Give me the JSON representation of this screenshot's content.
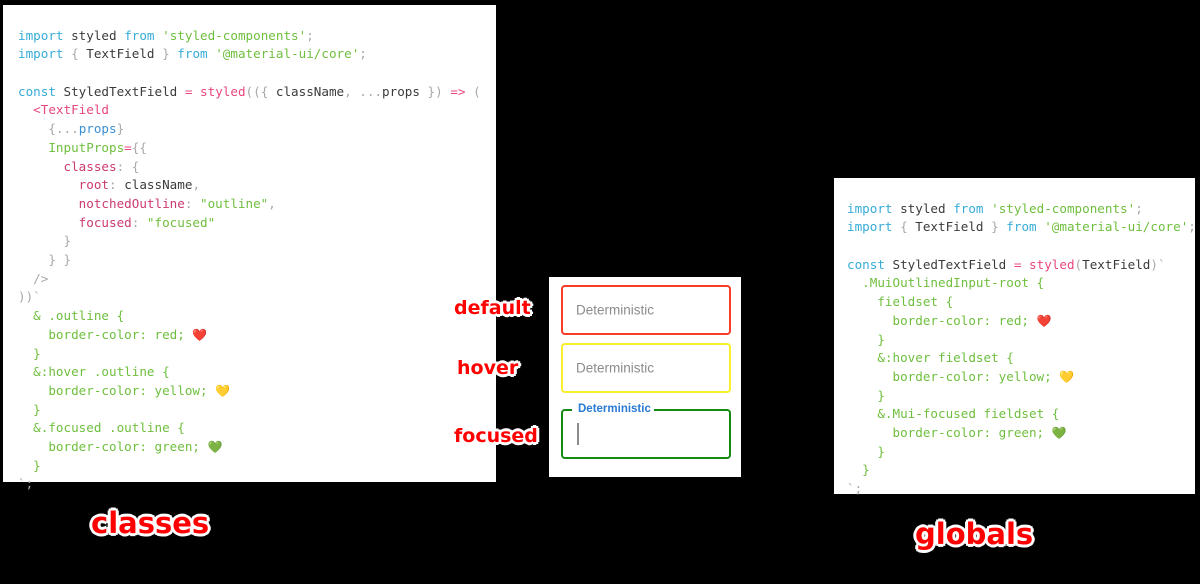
{
  "background_color": "#000000",
  "panels": {
    "left": {
      "name": "classes-approach-code",
      "caption": "classes",
      "caption_color": "#ff0000",
      "code_lines": [
        [
          {
            "t": "import",
            "c": "kw"
          },
          {
            "t": " ",
            "c": "plain"
          },
          {
            "t": "styled",
            "c": "plain"
          },
          {
            "t": " ",
            "c": "plain"
          },
          {
            "t": "from",
            "c": "kw"
          },
          {
            "t": " ",
            "c": "plain"
          },
          {
            "t": "'styled-components'",
            "c": "str"
          },
          {
            "t": ";",
            "c": "punct"
          }
        ],
        [
          {
            "t": "import",
            "c": "kw"
          },
          {
            "t": " ",
            "c": "plain"
          },
          {
            "t": "{",
            "c": "punct"
          },
          {
            "t": " TextField ",
            "c": "plain"
          },
          {
            "t": "}",
            "c": "punct"
          },
          {
            "t": " ",
            "c": "plain"
          },
          {
            "t": "from",
            "c": "kw"
          },
          {
            "t": " ",
            "c": "plain"
          },
          {
            "t": "'@material-ui/core'",
            "c": "str"
          },
          {
            "t": ";",
            "c": "punct"
          }
        ],
        [],
        [
          {
            "t": "const",
            "c": "kw"
          },
          {
            "t": " ",
            "c": "plain"
          },
          {
            "t": "StyledTextField",
            "c": "plain"
          },
          {
            "t": " ",
            "c": "plain"
          },
          {
            "t": "=",
            "c": "op"
          },
          {
            "t": " ",
            "c": "plain"
          },
          {
            "t": "styled",
            "c": "fn"
          },
          {
            "t": "((",
            "c": "punct"
          },
          {
            "t": "{ ",
            "c": "punct"
          },
          {
            "t": "className",
            "c": "plain"
          },
          {
            "t": ", ",
            "c": "punct"
          },
          {
            "t": "...",
            "c": "punct"
          },
          {
            "t": "props",
            "c": "plain"
          },
          {
            "t": " })",
            "c": "punct"
          },
          {
            "t": " ",
            "c": "plain"
          },
          {
            "t": "=>",
            "c": "op"
          },
          {
            "t": " (",
            "c": "punct"
          }
        ],
        [
          {
            "t": "  ",
            "c": "plain"
          },
          {
            "t": "<TextField",
            "c": "tag"
          }
        ],
        [
          {
            "t": "    ",
            "c": "plain"
          },
          {
            "t": "{",
            "c": "punct"
          },
          {
            "t": "...",
            "c": "punct"
          },
          {
            "t": "props",
            "c": "var"
          },
          {
            "t": "}",
            "c": "punct"
          }
        ],
        [
          {
            "t": "    ",
            "c": "plain"
          },
          {
            "t": "InputProps",
            "c": "attr"
          },
          {
            "t": "=",
            "c": "op"
          },
          {
            "t": "{{",
            "c": "punct"
          }
        ],
        [
          {
            "t": "      ",
            "c": "plain"
          },
          {
            "t": "classes",
            "c": "prop"
          },
          {
            "t": ": ",
            "c": "punct"
          },
          {
            "t": "{",
            "c": "punct"
          }
        ],
        [
          {
            "t": "        ",
            "c": "plain"
          },
          {
            "t": "root",
            "c": "prop"
          },
          {
            "t": ": ",
            "c": "punct"
          },
          {
            "t": "className",
            "c": "plain"
          },
          {
            "t": ",",
            "c": "punct"
          }
        ],
        [
          {
            "t": "        ",
            "c": "plain"
          },
          {
            "t": "notchedOutline",
            "c": "prop"
          },
          {
            "t": ": ",
            "c": "punct"
          },
          {
            "t": "\"outline\"",
            "c": "str"
          },
          {
            "t": ",",
            "c": "punct"
          }
        ],
        [
          {
            "t": "        ",
            "c": "plain"
          },
          {
            "t": "focused",
            "c": "prop"
          },
          {
            "t": ": ",
            "c": "punct"
          },
          {
            "t": "\"focused\"",
            "c": "str"
          }
        ],
        [
          {
            "t": "      ",
            "c": "plain"
          },
          {
            "t": "}",
            "c": "punct"
          }
        ],
        [
          {
            "t": "    ",
            "c": "plain"
          },
          {
            "t": "} }",
            "c": "punct"
          }
        ],
        [
          {
            "t": "  ",
            "c": "plain"
          },
          {
            "t": "/>",
            "c": "punct"
          }
        ],
        [
          {
            "t": "))",
            "c": "punct"
          },
          {
            "t": "`",
            "c": "punct"
          }
        ],
        [
          {
            "t": "  ",
            "c": "plain"
          },
          {
            "t": "& .outline {",
            "c": "css"
          }
        ],
        [
          {
            "t": "    ",
            "c": "plain"
          },
          {
            "t": "border-color: red; ",
            "c": "css"
          },
          {
            "t": "❤️",
            "c": "emoji"
          }
        ],
        [
          {
            "t": "  ",
            "c": "plain"
          },
          {
            "t": "}",
            "c": "css"
          }
        ],
        [
          {
            "t": "  ",
            "c": "plain"
          },
          {
            "t": "&:hover .outline {",
            "c": "css"
          }
        ],
        [
          {
            "t": "    ",
            "c": "plain"
          },
          {
            "t": "border-color: yellow; ",
            "c": "css"
          },
          {
            "t": "💛",
            "c": "emoji"
          }
        ],
        [
          {
            "t": "  ",
            "c": "plain"
          },
          {
            "t": "}",
            "c": "css"
          }
        ],
        [
          {
            "t": "  ",
            "c": "plain"
          },
          {
            "t": "&.focused .outline {",
            "c": "css"
          }
        ],
        [
          {
            "t": "    ",
            "c": "plain"
          },
          {
            "t": "border-color: green; ",
            "c": "css"
          },
          {
            "t": "💚",
            "c": "emoji"
          }
        ],
        [
          {
            "t": "  ",
            "c": "plain"
          },
          {
            "t": "}",
            "c": "css"
          }
        ],
        [
          {
            "t": "`",
            "c": "punct"
          },
          {
            "t": ";",
            "c": "punct"
          }
        ]
      ]
    },
    "right": {
      "name": "globals-approach-code",
      "caption": "globals",
      "caption_color": "#ff0000",
      "code_lines": [
        [
          {
            "t": "import",
            "c": "kw"
          },
          {
            "t": " ",
            "c": "plain"
          },
          {
            "t": "styled",
            "c": "plain"
          },
          {
            "t": " ",
            "c": "plain"
          },
          {
            "t": "from",
            "c": "kw"
          },
          {
            "t": " ",
            "c": "plain"
          },
          {
            "t": "'styled-components'",
            "c": "str"
          },
          {
            "t": ";",
            "c": "punct"
          }
        ],
        [
          {
            "t": "import",
            "c": "kw"
          },
          {
            "t": " ",
            "c": "plain"
          },
          {
            "t": "{",
            "c": "punct"
          },
          {
            "t": " TextField ",
            "c": "plain"
          },
          {
            "t": "}",
            "c": "punct"
          },
          {
            "t": " ",
            "c": "plain"
          },
          {
            "t": "from",
            "c": "kw"
          },
          {
            "t": " ",
            "c": "plain"
          },
          {
            "t": "'@material-ui/core'",
            "c": "str"
          },
          {
            "t": ";",
            "c": "punct"
          }
        ],
        [],
        [
          {
            "t": "const",
            "c": "kw"
          },
          {
            "t": " ",
            "c": "plain"
          },
          {
            "t": "StyledTextField",
            "c": "plain"
          },
          {
            "t": " ",
            "c": "plain"
          },
          {
            "t": "=",
            "c": "op"
          },
          {
            "t": " ",
            "c": "plain"
          },
          {
            "t": "styled",
            "c": "fn"
          },
          {
            "t": "(",
            "c": "punct"
          },
          {
            "t": "TextField",
            "c": "plain"
          },
          {
            "t": ")",
            "c": "punct"
          },
          {
            "t": "`",
            "c": "punct"
          }
        ],
        [
          {
            "t": "  ",
            "c": "plain"
          },
          {
            "t": ".MuiOutlinedInput-root {",
            "c": "css"
          }
        ],
        [
          {
            "t": "    ",
            "c": "plain"
          },
          {
            "t": "fieldset {",
            "c": "css"
          }
        ],
        [
          {
            "t": "      ",
            "c": "plain"
          },
          {
            "t": "border-color: red; ",
            "c": "css"
          },
          {
            "t": "❤️",
            "c": "emoji"
          }
        ],
        [
          {
            "t": "    ",
            "c": "plain"
          },
          {
            "t": "}",
            "c": "css"
          }
        ],
        [
          {
            "t": "    ",
            "c": "plain"
          },
          {
            "t": "&:hover fieldset {",
            "c": "css"
          }
        ],
        [
          {
            "t": "      ",
            "c": "plain"
          },
          {
            "t": "border-color: yellow; ",
            "c": "css"
          },
          {
            "t": "💛",
            "c": "emoji"
          }
        ],
        [
          {
            "t": "    ",
            "c": "plain"
          },
          {
            "t": "}",
            "c": "css"
          }
        ],
        [
          {
            "t": "    ",
            "c": "plain"
          },
          {
            "t": "&.Mui-focused fieldset {",
            "c": "css"
          }
        ],
        [
          {
            "t": "      ",
            "c": "plain"
          },
          {
            "t": "border-color: green; ",
            "c": "css"
          },
          {
            "t": "💚",
            "c": "emoji"
          }
        ],
        [
          {
            "t": "    ",
            "c": "plain"
          },
          {
            "t": "}",
            "c": "css"
          }
        ],
        [
          {
            "t": "  ",
            "c": "plain"
          },
          {
            "t": "}",
            "c": "css"
          }
        ],
        [
          {
            "t": "`",
            "c": "punct"
          },
          {
            "t": ";",
            "c": "punct"
          }
        ]
      ]
    }
  },
  "demo": {
    "name": "text-field-states-demo",
    "fields": [
      {
        "state": "default",
        "annotation": "default",
        "text": "Deterministic",
        "border_color": "#f93b28",
        "label_floated": false,
        "caret": false
      },
      {
        "state": "hover",
        "annotation": "hover",
        "text": "Deterministic",
        "border_color": "#f8ef2a",
        "label_floated": false,
        "caret": false
      },
      {
        "state": "focused",
        "annotation": "focused",
        "text": "Deterministic",
        "border_color": "#148a14",
        "label_color": "#2a7ad4",
        "label_floated": true,
        "caret": true
      }
    ]
  },
  "colors": {
    "keyword": "#36acd7",
    "string": "#6fbf3e",
    "function": "#e8477f",
    "property": "#cc3a72",
    "punctuation": "#a8a8a8",
    "plain": "#3b3b3b",
    "annotation_red": "#ff0000",
    "annotation_outline": "#ffffff"
  }
}
